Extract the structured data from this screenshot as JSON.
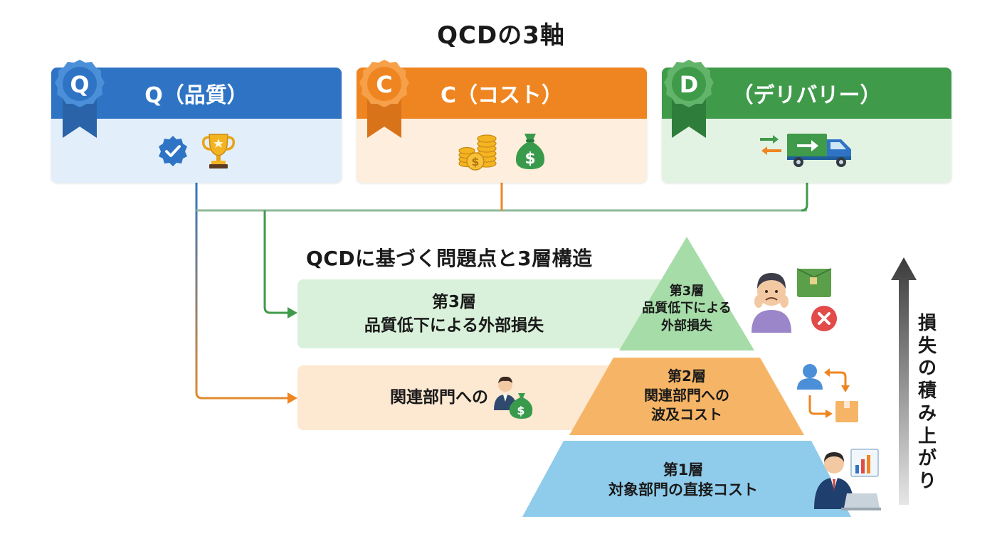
{
  "title": "QCDの3軸",
  "cards": [
    {
      "letter": "Q",
      "label": "Q（品質）",
      "color": "#2f74c4",
      "light": "#e2effb",
      "icons": [
        "check-badge-icon",
        "trophy-icon"
      ]
    },
    {
      "letter": "C",
      "label": "C（コスト）",
      "color": "#ef8521",
      "light": "#fdeedd",
      "icons": [
        "coins-icon",
        "money-bag-icon"
      ]
    },
    {
      "letter": "D",
      "label": "（デリバリー）",
      "color": "#3f9a4a",
      "light": "#e3f3e3",
      "icons": [
        "delivery-truck-icon"
      ]
    }
  ],
  "subtitle": "QCDに基づく問題点と3層構造",
  "bands": {
    "layer3": "第3層\n品質低下による外部損失",
    "layer2": "関連部門への"
  },
  "pyramid": {
    "top": "第3層\n品質低下による\n外部損失",
    "mid": "第2層\n関連部門への\n波及コスト",
    "bottom": "第1層\n対象部門の直接コスト"
  },
  "arrow_label": "損失の積み上がり",
  "colors": {
    "blue": "#2f74c4",
    "orange": "#ef8521",
    "green": "#3f9a4a",
    "pyr_green": "#a6dca8",
    "pyr_orange": "#f6b566",
    "pyr_blue": "#8fcbea",
    "band_green": "#d9f1da",
    "band_orange": "#fde8d2"
  }
}
